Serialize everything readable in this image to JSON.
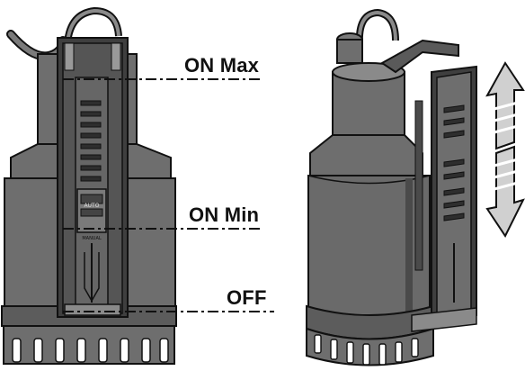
{
  "levels": {
    "on_max": "ON Max",
    "on_min": "ON Min",
    "off": "OFF"
  },
  "switch_markings": {
    "auto": "AUTO",
    "manual": "MANUAL"
  },
  "colors": {
    "body": "#6e6e6e",
    "body_dark": "#4a4a4a",
    "body_light": "#8a8a8a",
    "outline": "#111111",
    "guide_line": "#111111"
  }
}
